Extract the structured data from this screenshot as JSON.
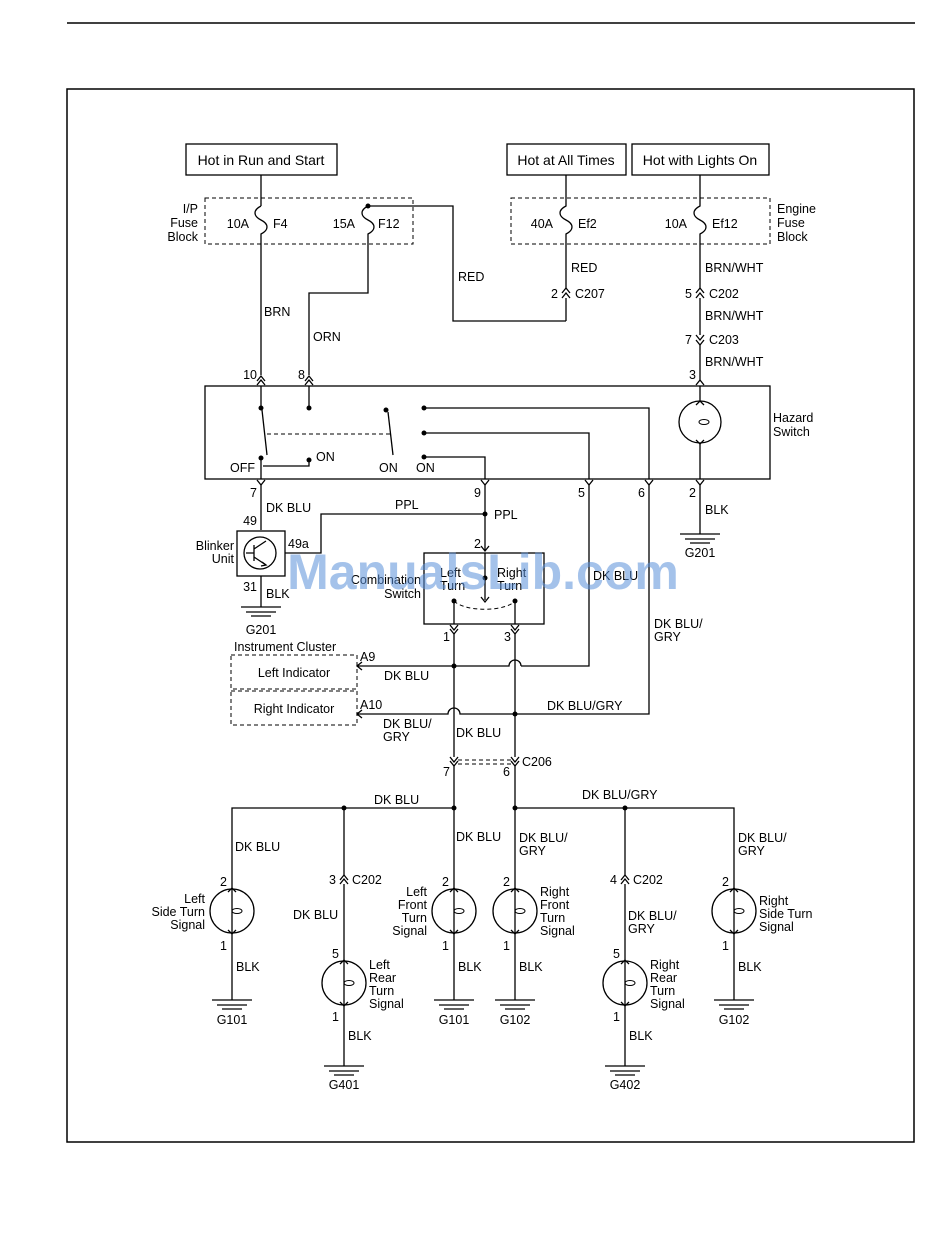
{
  "sources": {
    "run_start": "Hot in Run and Start",
    "all_times": "Hot at All Times",
    "lights_on": "Hot with Lights On"
  },
  "ip_fuse_block": {
    "label": [
      "I/P",
      "Fuse",
      "Block"
    ],
    "f4_rating": "10A",
    "f4_name": "F4",
    "f12_rating": "15A",
    "f12_name": "F12"
  },
  "engine_fuse_block": {
    "label": [
      "Engine",
      "Fuse",
      "Block"
    ],
    "ef2_rating": "40A",
    "ef2_name": "Ef2",
    "ef12_rating": "10A",
    "ef12_name": "Ef12"
  },
  "hazard_switch": {
    "label": [
      "Hazard",
      "Switch"
    ],
    "off": "OFF",
    "on1": "ON",
    "on2": "ON",
    "on3": "ON",
    "pins": {
      "p10": "10",
      "p8": "8",
      "p3": "3",
      "p7": "7",
      "p9": "9",
      "p5": "5",
      "p6": "6",
      "p2": "2"
    }
  },
  "blinker": {
    "label": [
      "Blinker",
      "Unit"
    ],
    "p49": "49",
    "p49a": "49a",
    "p31": "31"
  },
  "combination_switch": {
    "label": [
      "Combination",
      "Switch"
    ],
    "left": [
      "Left",
      "Turn"
    ],
    "right": [
      "Right",
      "Turn"
    ],
    "p2": "2",
    "p1": "1",
    "p3": "3"
  },
  "cluster": {
    "title": "Instrument Cluster",
    "left": "Left Indicator",
    "right": "Right Indicator",
    "a9": "A9",
    "a10": "A10"
  },
  "connectors": {
    "c207_pin": "2",
    "c207": "C207",
    "c202_pin": "5",
    "c202": "C202",
    "c203_pin": "7",
    "c203": "C203",
    "c206_l": "7",
    "c206_r": "6",
    "c206": "C206",
    "c202_lr_pin": "3",
    "c202_lr": "C202",
    "c202_rr_pin": "4",
    "c202_rr": "C202"
  },
  "wires": {
    "red": "RED",
    "brn": "BRN",
    "orn": "ORN",
    "brn_wht": "BRN/WHT",
    "dk_blu": "DK BLU",
    "ppl": "PPL",
    "blk": "BLK",
    "dk_blu_gry": "DK BLU/GRY",
    "dk_blu_slash": "DK BLU/",
    "gry": "GRY"
  },
  "lamps": {
    "left_side": [
      "Left",
      "Side Turn",
      "Signal"
    ],
    "left_rear": [
      "Left",
      "Rear",
      "Turn",
      "Signal"
    ],
    "left_front": [
      "Left",
      "Front",
      "Turn",
      "Signal"
    ],
    "right_front": [
      "Right",
      "Front",
      "Turn",
      "Signal"
    ],
    "right_rear": [
      "Right",
      "Rear",
      "Turn",
      "Signal"
    ],
    "right_side": [
      "Right",
      "Side Turn",
      "Signal"
    ],
    "pin2": "2",
    "pin1": "1",
    "pin5": "5"
  },
  "grounds": {
    "g201": "G201",
    "g101": "G101",
    "g102": "G102",
    "g401": "G401",
    "g402": "G402"
  },
  "watermark": "ManualsLib.com"
}
